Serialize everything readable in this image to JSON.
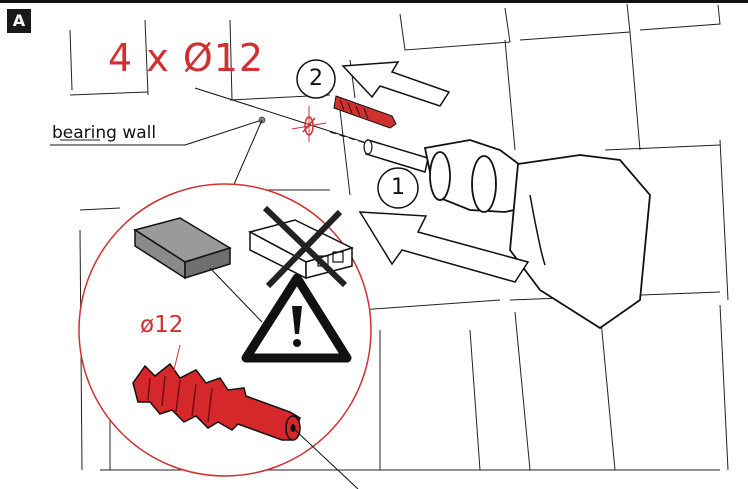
{
  "step_label": "A",
  "hole_spec": "4 x Ø12",
  "wall_label": "bearing wall",
  "anchor_spec": "ø12",
  "steps": [
    "1",
    "2"
  ],
  "colors": {
    "accent_red": "#d0302f",
    "line": "#111111",
    "gray_block": "#8a8a8a",
    "dark_gray_block": "#555555"
  },
  "icons": [
    "warning-triangle-icon",
    "no-hollow-brick-icon",
    "solid-wall-block-icon",
    "drill-icon",
    "wall-plug-icon"
  ]
}
